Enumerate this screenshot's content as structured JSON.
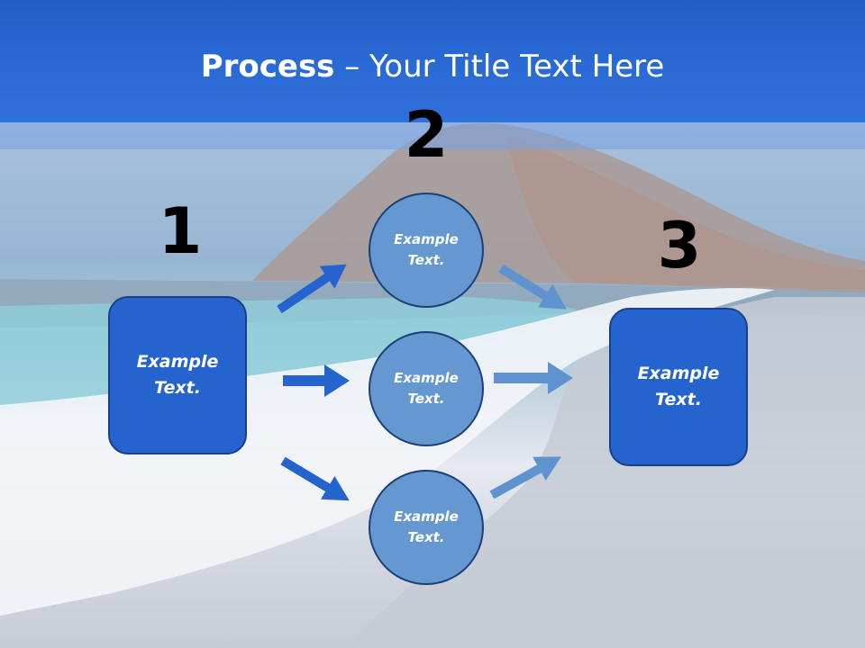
{
  "title": {
    "bold": "Process",
    "rest": " – Your Title Text Here"
  },
  "steps": {
    "one": "1",
    "two": "2",
    "three": "3"
  },
  "left_box": {
    "text": "Example Text."
  },
  "right_box": {
    "text": "Example Text."
  },
  "circles": [
    {
      "text": "Example Text."
    },
    {
      "text": "Example Text."
    },
    {
      "text": "Example Text."
    }
  ],
  "colors": {
    "header": "#2a6ad6",
    "box_fill": "#2563cf",
    "circle_fill": "#6598d0",
    "arrow_dark": "#2563cf",
    "arrow_light": "#5f93cf"
  }
}
